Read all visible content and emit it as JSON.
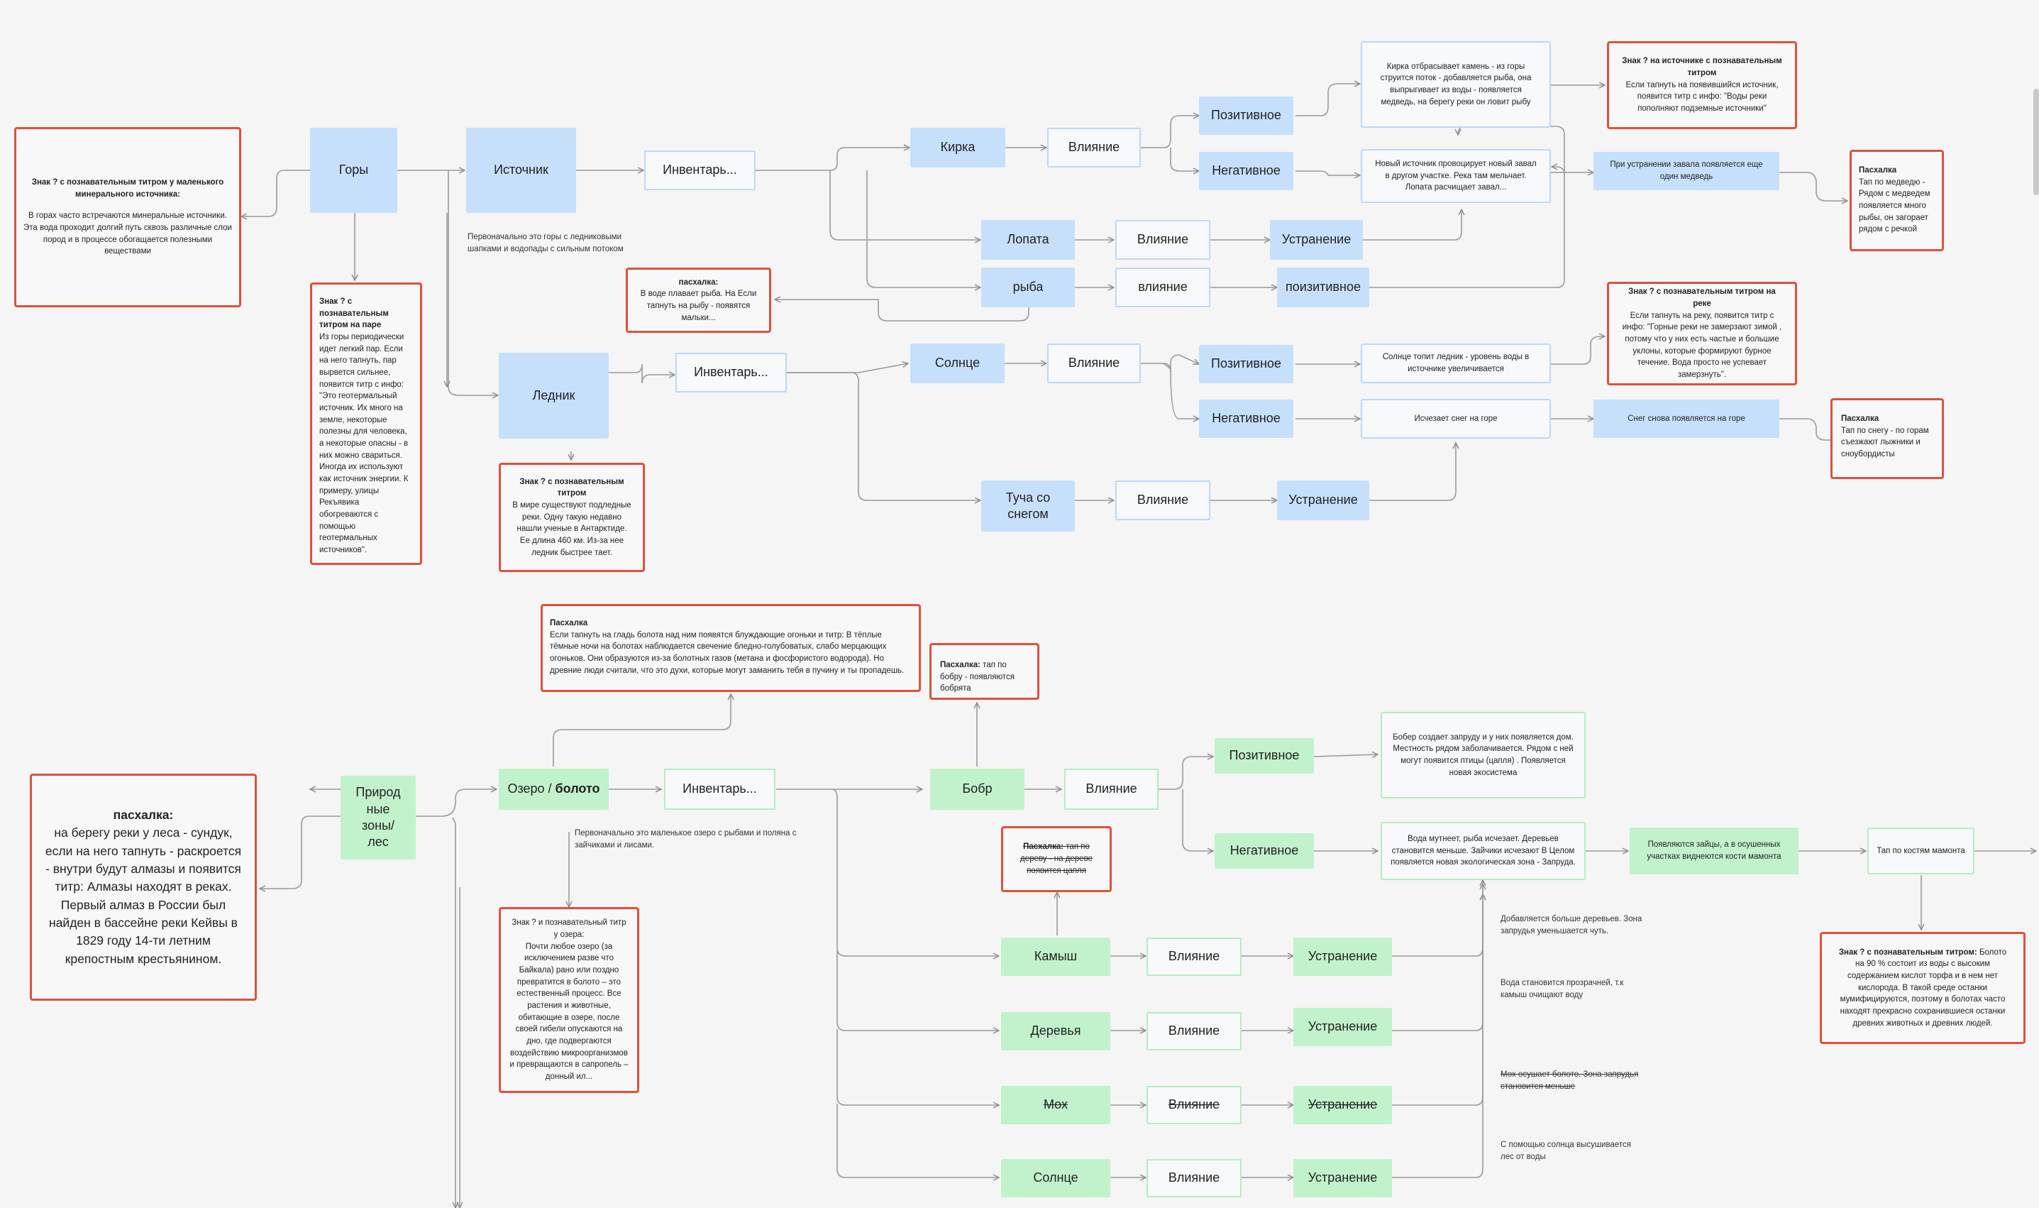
{
  "nodes": {
    "gory": "Горы",
    "istochnik": "Источник",
    "inv1": "Инвентарь...",
    "kirka": "Кирка",
    "vliyanie_k": "Влияние",
    "poz_k": "Позитивное",
    "neg_k": "Негативное",
    "lopata": "Лопата",
    "vliyanie_l": "Влияние",
    "ustr_l": "Устранение",
    "ryba": "рыба",
    "vliyanie_r": "влияние",
    "poz_r": "поизитивное",
    "lednik": "Ледник",
    "inv2": "Инвентарь...",
    "solnce1": "Солнце",
    "vliyanie_s": "Влияние",
    "poz_s": "Позитивное",
    "neg_s": "Негативное",
    "tucha": "Туча  со снегом",
    "vliyanie_t": "Влияние",
    "ustr_t": "Устранение",
    "prirod": "Природ ные зоны/ лес",
    "ozero_a": "Озеро / ",
    "ozero_b": "болото",
    "inv3": "Инвентарь...",
    "bobr": "Бобр",
    "vliyanie_b": "Влияние",
    "poz_b": "Позитивное",
    "neg_b": "Негативное",
    "kamysh": "Камыш",
    "vliyanie_km": "Влияние",
    "ustr_km": "Устранение",
    "derevya": "Деревья",
    "vliyanie_d": "Влияние",
    "ustr_d": "Устранение",
    "moh": "Мох",
    "vliyanie_m": "Влияние",
    "ustr_m": "Устранение",
    "solnce2": "Солнце",
    "vliyanie_s2": "Влияние",
    "ustr_s2": "Устранение"
  },
  "boxes": {
    "kirka_result": "Кирка отбрасывает камень - из горы струится поток - добавляется рыба, она выпрыгивает из воды - появляется медведь, на берегу реки он ловит рыбу",
    "neg_k_result": "Новый источник провоцирует новый завал в другом участке. Река там мельчает. Лопата расчищает завал...",
    "zaval": "При устранении завала появляется еще один медведь",
    "solnce_result": "Солнце топит ледник - уровень воды в источнике увеличивается",
    "sneg_result": "Исчезает снег на горе",
    "sneg_again": "Снег снова появляется на горе",
    "bobr_poz_result": "Бобер создает запруду и у них появляется дом. Местность рядом заболачивается. Рядом с ней могут появится птицы (цапля) . Появляется новая экосистема",
    "bobr_neg_result": "Вода мутнеет, рыба исчезает. Деревьев становится меньше. Зайчики исчезают В Целом появляется новая экологическая зона - Запруда.",
    "zaycy": "Появляются зайцы, а в осушенных участках виднеются кости мамонта",
    "tap_mamont": "Тап по костям мамонта"
  },
  "notes": {
    "n_gory_title": "Знак ? с познавательным титром у маленького минерального источника:",
    "n_gory_body": "В горах часто встречаются минеральные источники. Эта вода проходит долгий путь сквозь различные слои пород и в процессе обогащается полезными веществами",
    "n_par_title": "Знак ? с познавательным титром на паре",
    "n_par_body": "Из горы периодически идет легкий пар.   Если на него тапнуть, пар вырвется сильнее, появится титр с инфо: \"Это геотермальный источник. Их много на земле, некоторые полезны для человека, а некоторые опасны - в них можно свариться. Иногда их используют как источник энергии. К примеру, улицы Рекъявика обогреваются с помощью геотермальных источников\".",
    "n_ryba_title": "пасхалка:",
    "n_ryba_body": "В воде плавает рыба. На Если тапнуть на рыбу - появятся мальки...",
    "n_istochnik_title": "Знак ? на источнике с познавательным титром",
    "n_istochnik_body": "Если тапнуть на появившийся источник, появится титр с инфо: \"Воды реки пополняют подземные источники\"",
    "n_medved_title": "Пасхалка",
    "n_medved_body": "Тап по медведю - Рядом с медведем появляется много рыбы, он загорает рядом с речкой",
    "n_reka_title": "Знак ? с познавательным титром на реке",
    "n_reka_body": "Если тапнуть на реку, появится титр с инфо: \"Горные реки не замерзают зимой , потому что у них есть частые и большие уклоны, которые формируют бурное течение. Вода просто не успевает замерзнуть\".",
    "n_sneg_title": "Пасхалка",
    "n_sneg_body": "Тап по снегу - по горам съезжают лыжники и сноубордисты",
    "n_lednik_title": "Знак ? с познавательным титром",
    "n_lednik_body": "В мире существуют подледные реки. Одну такую недавно нашли ученые в Антарктиде. Ее длина 460 км. Из-за нее ледник быстрее тает.",
    "n_boloto_title": "Пасхалка",
    "n_boloto_body": "Если тапнуть на гладь болота над ним появятся блуждающие огоньки и титр: В тёплые тёмные ночи на болотах наблюдается свечение бледно-голубоватых, слабо мерцающих огоньков. Они образуются из-за болотных газов (метана и фосфористого водорода). Но древние люди считали, что это духи, которые могут заманить тебя в пучину и ты пропадешь.",
    "n_bobr_title": "Пасхалка:",
    "n_bobr_body": " тап по бобру - появляются бобрята",
    "n_caplya_title": "Пасхалка:",
    "n_caplya_body": " тап по дереву - на дереве появится цапля",
    "n_almaz_title": "пасхалка:",
    "n_almaz_body": "на берегу реки у леса - сундук, если на него тапнуть - раскроется - внутри будут алмазы и появится титр: Алмазы находят в реках. Первый алмаз в России был найден в бассейне реки Кейвы в 1829 году 14-ти летним крепостным крестьянином.",
    "n_ozero_title": "Знак ? и познавательный титр у озера:",
    "n_ozero_body": "Почти любое озеро (за исключением разве что Байкала) рано или поздно превратится в болото – это естественный процесс. Все растения и животные, обитающие в озере, после своей гибели опускаются на дно, где подвергаются воздействию микроорганизмов и превращаются в сапропель – донный ил...",
    "n_torf_title": "Знак ? с познавательным титром:",
    "n_torf_body": " Болото на 90 % состоит из воды с высоким содержанием кислот торфа и в нем нет кислорода. В такой среде останки мумифицируются, поэтому в болотах часто находят прекрасно сохранившиеся останки древних животных и древних людей."
  },
  "texts": {
    "t_istochnik": "Первоначально это горы с ледниковыми шапками и водопады  с сильным потоком",
    "t_ozero": "Первоначально это маленькое озеро с рыбами  и поляна с зайчиками  и лисами.",
    "t_kamysh": "Добавляется больше деревьев. Зона запрудья уменьшается чуть.",
    "t_derevya": "Вода становится прозрачней, т.к камыш очищают воду",
    "t_moh": "Мох осушает болото. Зона запрудья становится  меньше",
    "t_solnce": "С помощью солнца высушивается лес от воды"
  }
}
